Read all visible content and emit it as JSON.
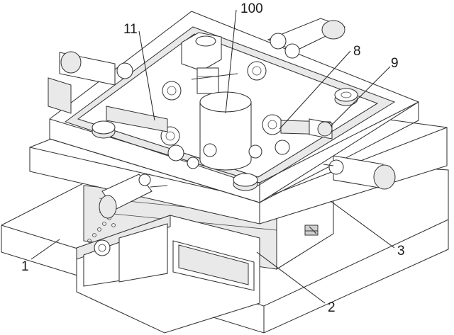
{
  "labels": {
    "l100": "100",
    "l11": "11",
    "l8": "8",
    "l9": "9",
    "l1": "1",
    "l2": "2",
    "l3": "3"
  },
  "colors": {
    "line": "#333333",
    "shade": "#e9e9e9",
    "paper": "#ffffff"
  }
}
